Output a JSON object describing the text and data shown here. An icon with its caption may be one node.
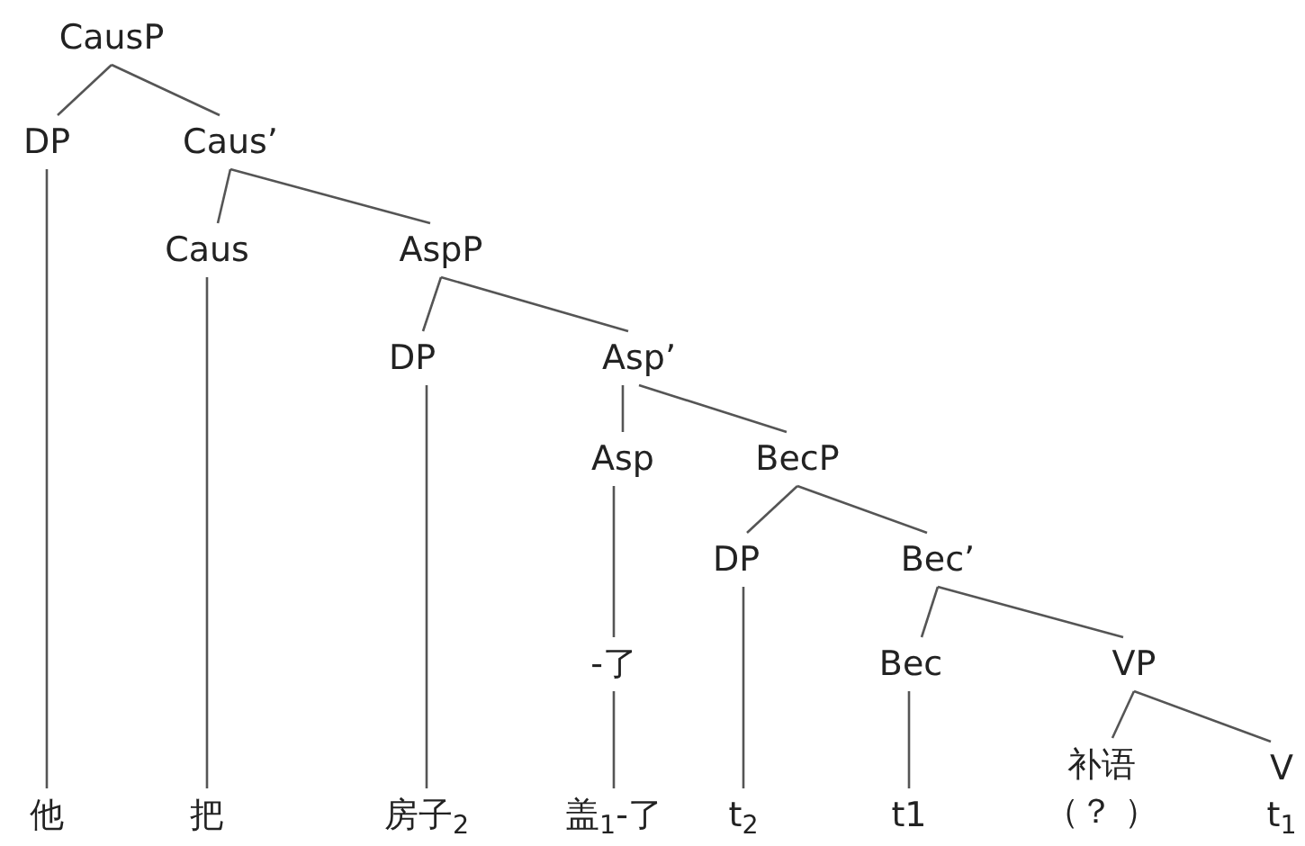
{
  "diagram": {
    "nodes": [
      {
        "text": [
          "CausP"
        ]
      },
      {
        "text": [
          "DP"
        ]
      },
      {
        "text": [
          "Caus’"
        ]
      },
      {
        "text": [
          "Caus"
        ]
      },
      {
        "text": [
          "AspP"
        ]
      },
      {
        "text": [
          "DP"
        ]
      },
      {
        "text": [
          "Asp’"
        ]
      },
      {
        "text": [
          "Asp"
        ]
      },
      {
        "text": [
          "BecP"
        ]
      },
      {
        "text": [
          "DP"
        ]
      },
      {
        "text": [
          "Bec’"
        ]
      },
      {
        "text": [
          "-了"
        ]
      },
      {
        "text": [
          "Bec"
        ]
      },
      {
        "text": [
          "VP"
        ]
      },
      {
        "text": [
          "他"
        ]
      },
      {
        "text": [
          "把"
        ]
      },
      {
        "text": [
          "房子$_{2}$"
        ]
      },
      {
        "text": [
          "盖$_{1}$-了"
        ]
      },
      {
        "text": [
          "t$_{2}$"
        ]
      },
      {
        "text": [
          "t1"
        ]
      },
      {
        "text": [
          "补语",
          "（？ ）"
        ]
      },
      {
        "text": [
          "V",
          "t$_{1}$"
        ]
      }
    ],
    "edges": [
      {
        "from": 0,
        "to": 1,
        "arrow": "none"
      },
      {
        "from": 0,
        "to": 2,
        "arrow": "none"
      },
      {
        "from": 2,
        "to": 3,
        "arrow": "none"
      },
      {
        "from": 2,
        "to": 4,
        "arrow": "none"
      },
      {
        "from": 4,
        "to": 5,
        "arrow": "none"
      },
      {
        "from": 4,
        "to": 6,
        "arrow": "none"
      },
      {
        "from": 6,
        "to": 7,
        "arrow": "none"
      },
      {
        "from": 6,
        "to": 8,
        "arrow": "none"
      },
      {
        "from": 8,
        "to": 9,
        "arrow": "none"
      },
      {
        "from": 8,
        "to": 10,
        "arrow": "none"
      },
      {
        "from": 10,
        "to": 12,
        "arrow": "none"
      },
      {
        "from": 10,
        "to": 13,
        "arrow": "none"
      },
      {
        "from": 13,
        "to": 20,
        "arrow": "none"
      },
      {
        "from": 13,
        "to": 21,
        "arrow": "none"
      },
      {
        "from": 1,
        "to": 14,
        "arrow": "none"
      },
      {
        "from": 3,
        "to": 15,
        "arrow": "none"
      },
      {
        "from": 5,
        "to": 16,
        "arrow": "none"
      },
      {
        "from": 7,
        "to": 11,
        "arrow": "none"
      },
      {
        "from": 11,
        "to": 17,
        "arrow": "none"
      },
      {
        "from": 9,
        "to": 18,
        "arrow": "none"
      },
      {
        "from": 12,
        "to": 19,
        "arrow": "none"
      }
    ]
  }
}
